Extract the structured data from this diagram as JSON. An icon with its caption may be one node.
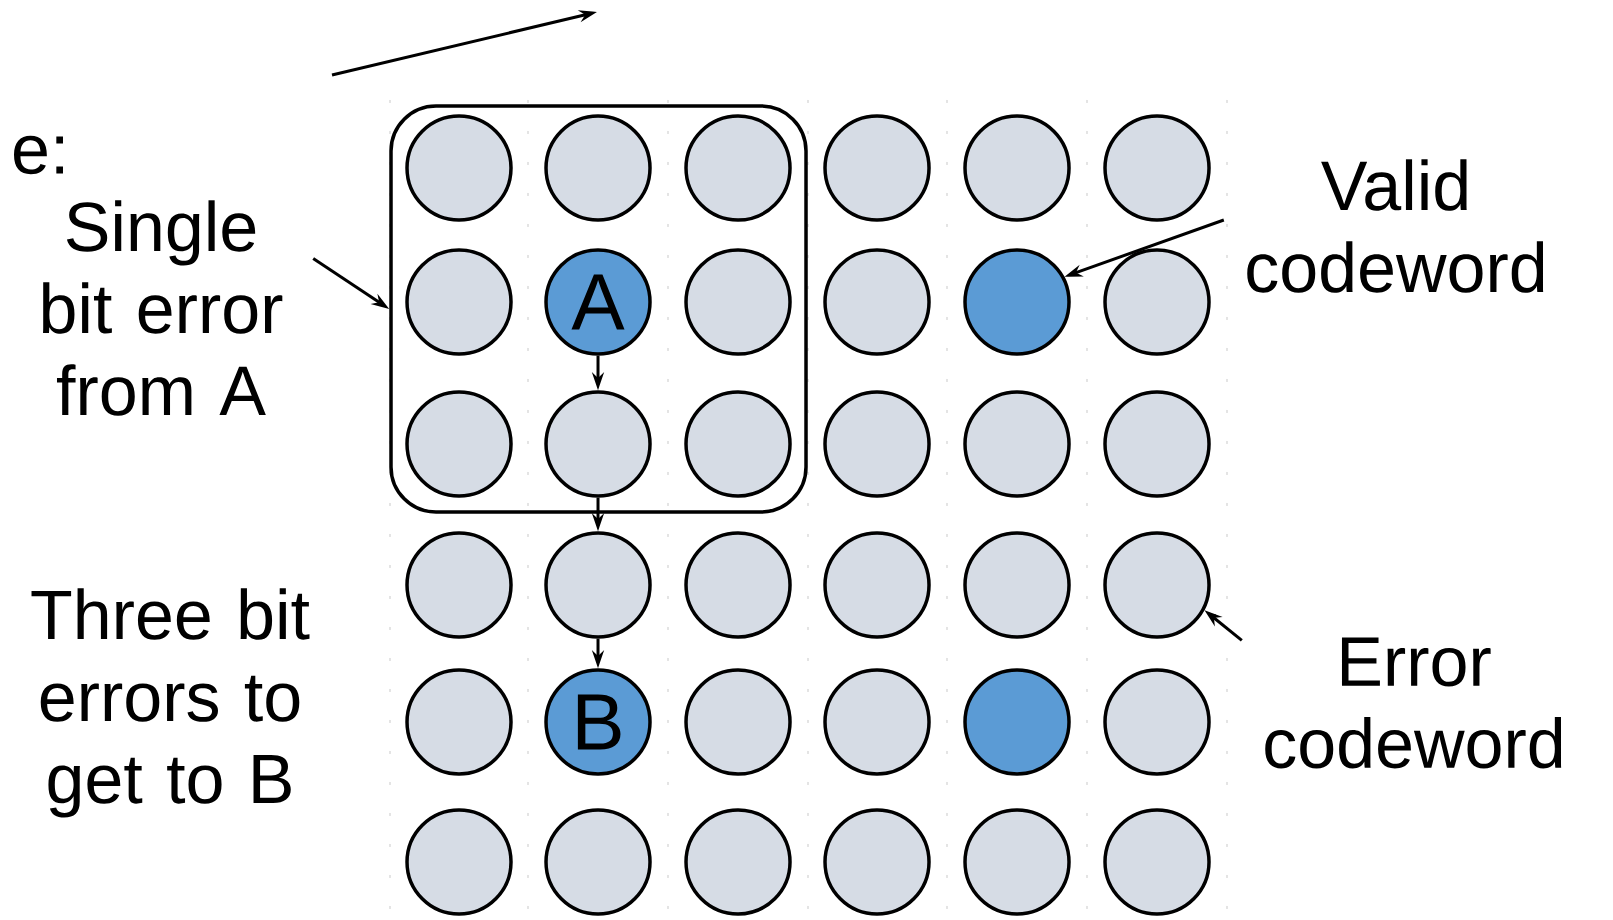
{
  "diagram": {
    "nodes": [
      {
        "text": [],
        "shape": "box"
      },
      {
        "text": [],
        "shape": "circle",
        "in": 0
      },
      {
        "text": [],
        "shape": "circle",
        "in": 0
      },
      {
        "text": [],
        "shape": "circle",
        "in": 0
      },
      {
        "text": [],
        "shape": "circle"
      },
      {
        "text": [],
        "shape": "circle"
      },
      {
        "text": [],
        "shape": "circle"
      },
      {
        "text": [],
        "shape": "circle",
        "in": 0
      },
      {
        "text": [
          "A"
        ],
        "in": 0
      },
      {
        "text": [],
        "shape": "circle",
        "in": 0
      },
      {
        "text": [],
        "shape": "circle"
      },
      {
        "text": [],
        "shape": "circle"
      },
      {
        "text": [],
        "shape": "circle"
      },
      {
        "text": [],
        "shape": "circle",
        "in": 0
      },
      {
        "text": [],
        "shape": "circle",
        "in": 0
      },
      {
        "text": [],
        "shape": "circle",
        "in": 0
      },
      {
        "text": [],
        "shape": "circle"
      },
      {
        "text": [],
        "shape": "circle"
      },
      {
        "text": [],
        "shape": "circle"
      },
      {
        "text": [],
        "shape": "circle"
      },
      {
        "text": [],
        "shape": "circle"
      },
      {
        "text": [],
        "shape": "circle"
      },
      {
        "text": [],
        "shape": "circle"
      },
      {
        "text": [],
        "shape": "circle"
      },
      {
        "text": [],
        "shape": "circle"
      },
      {
        "text": [],
        "shape": "circle"
      },
      {
        "text": [
          "B"
        ]
      },
      {
        "text": [],
        "shape": "circle"
      },
      {
        "text": [],
        "shape": "circle"
      },
      {
        "text": [],
        "shape": "circle"
      },
      {
        "text": [],
        "shape": "circle"
      },
      {
        "text": [],
        "shape": "circle"
      },
      {
        "text": [],
        "shape": "circle"
      },
      {
        "text": [],
        "shape": "circle"
      },
      {
        "text": [],
        "shape": "circle"
      },
      {
        "text": [],
        "shape": "circle"
      },
      {
        "text": [],
        "shape": "circle"
      },
      {
        "text": [
          "Single bit error from A"
        ]
      },
      {
        "text": [
          "Valid codeword"
        ]
      },
      {
        "text": [
          "Error codeword"
        ]
      }
    ],
    "edges": [
      {
        "from": 37,
        "to": 0,
        "arrow": "to"
      },
      {
        "from": 38,
        "to": 11,
        "arrow": "to"
      },
      {
        "from": 39,
        "to": 24,
        "arrow": "to"
      },
      {
        "from": 8,
        "to": 14,
        "arrow": "to"
      },
      {
        "from": 14,
        "to": 20,
        "arrow": "to"
      },
      {
        "from": 20,
        "to": 26,
        "arrow": "to"
      }
    ],
    "labels": [
      "e:",
      "Three bit errors to get to B"
    ]
  }
}
